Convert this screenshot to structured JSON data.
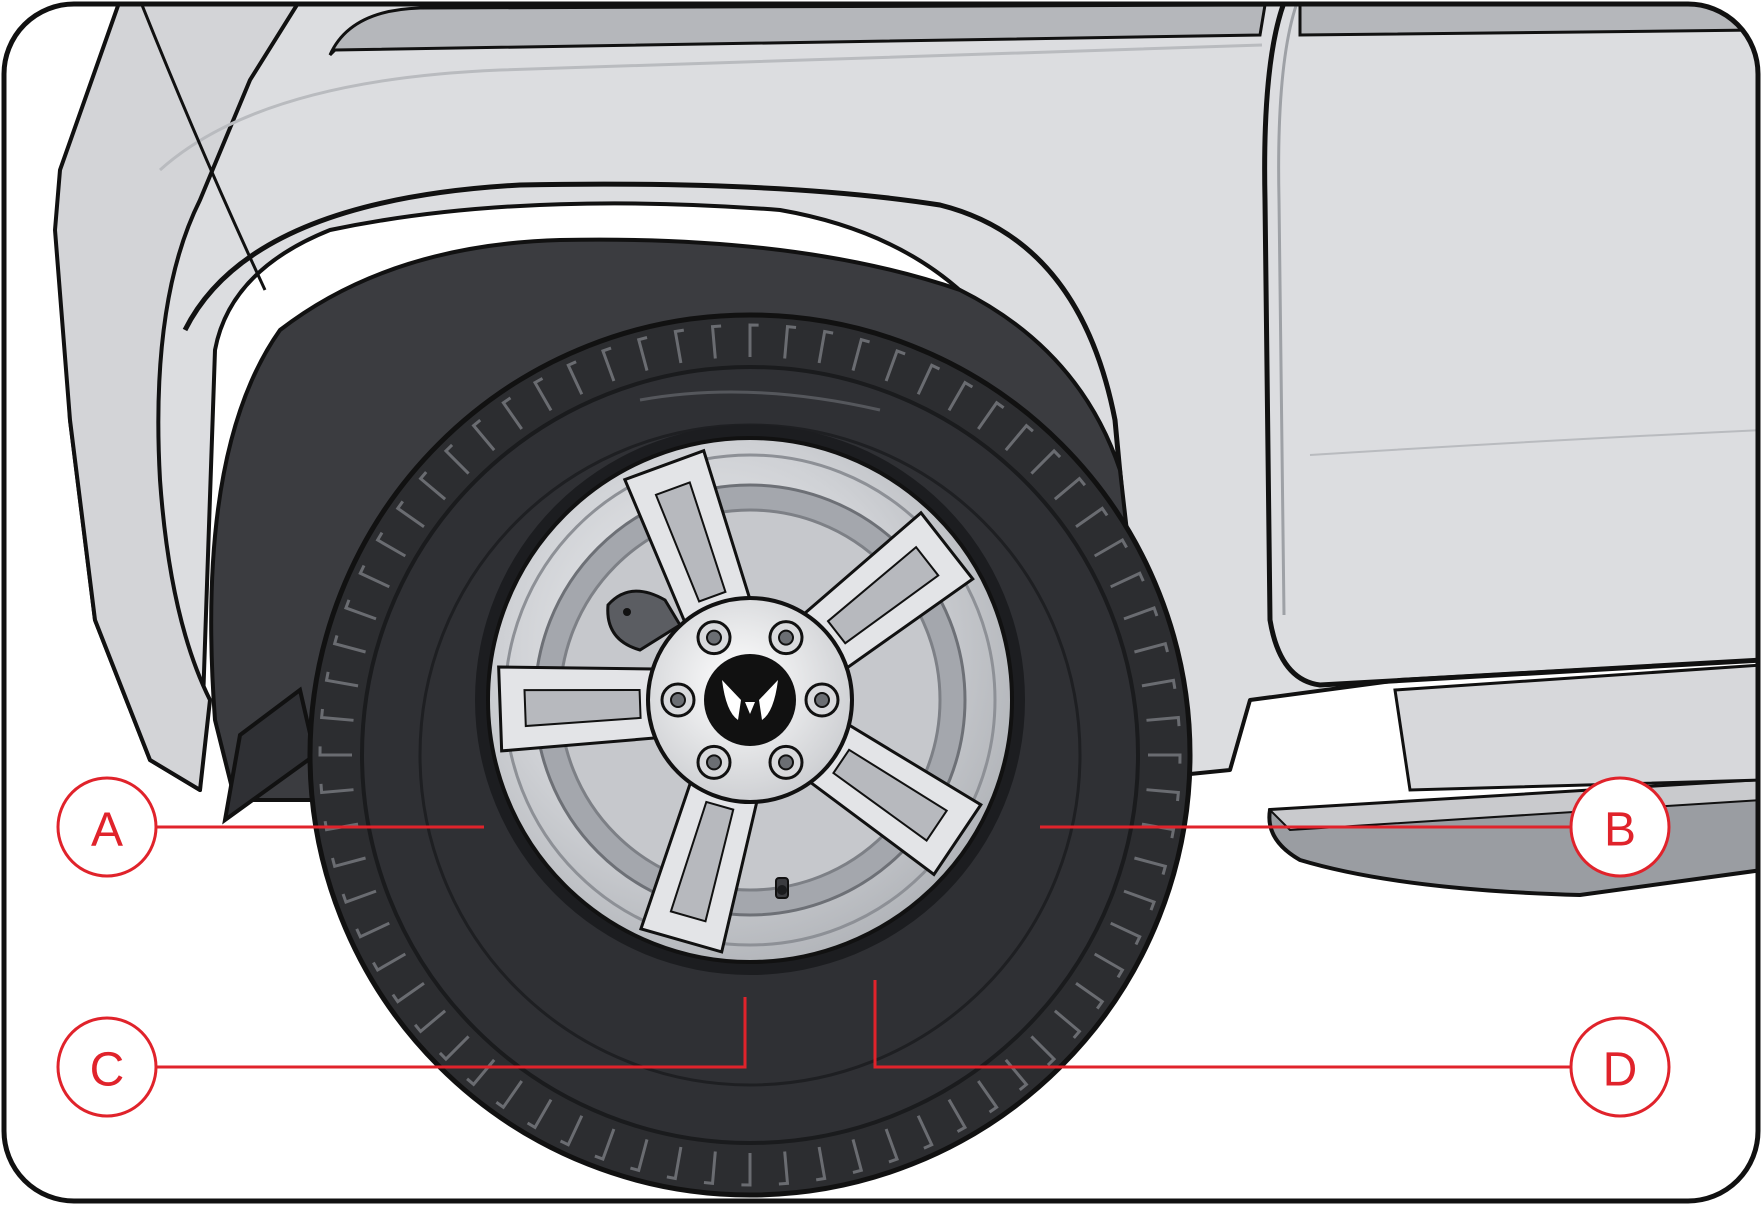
{
  "colors": {
    "accent": "#e0232b",
    "body_panel": "#dcdde0",
    "body_panel_dark": "#c9cacd",
    "tire": "#2c2d30",
    "tire_dark": "#1e1f22",
    "wheel_well": "#3b3c40",
    "rim": "#c6c8cc",
    "rim_light": "#e6e7ea",
    "rim_shadow": "#8d9096",
    "outline": "#111111"
  },
  "callouts": [
    {
      "id": "a",
      "label": "A"
    },
    {
      "id": "b",
      "label": "B"
    },
    {
      "id": "c",
      "label": "C"
    },
    {
      "id": "d",
      "label": "D"
    }
  ],
  "icons": {
    "hub_emblem": "brand-emblem-icon",
    "lug_nut": "lug-nut-icon",
    "valve_stem": "valve-stem-icon"
  }
}
